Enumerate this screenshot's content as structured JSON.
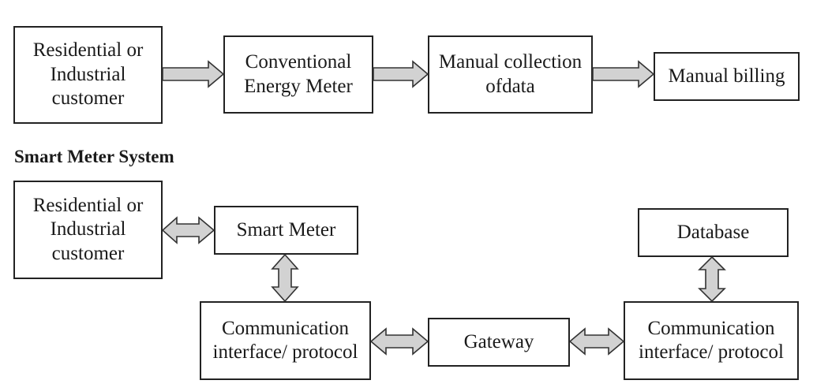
{
  "conventional": {
    "title": "",
    "customer": [
      "Residential or",
      "Industrial",
      "customer"
    ],
    "meter": [
      "Conventional",
      "Energy Meter"
    ],
    "collection": [
      "Manual collection",
      "ofdata"
    ],
    "billing": [
      "Manual billing"
    ]
  },
  "smart": {
    "title": "Smart Meter System",
    "customer": [
      "Residential or",
      "Industrial",
      "customer"
    ],
    "meter": [
      "Smart Meter"
    ],
    "comm_left": [
      "Communication",
      "interface/ protocol"
    ],
    "gateway": [
      "Gateway"
    ],
    "comm_right": [
      "Communication",
      "interface/ protocol"
    ],
    "database": [
      "Database"
    ]
  },
  "colors": {
    "arrow_fill": "#d2d2d2",
    "stroke": "#222222"
  }
}
